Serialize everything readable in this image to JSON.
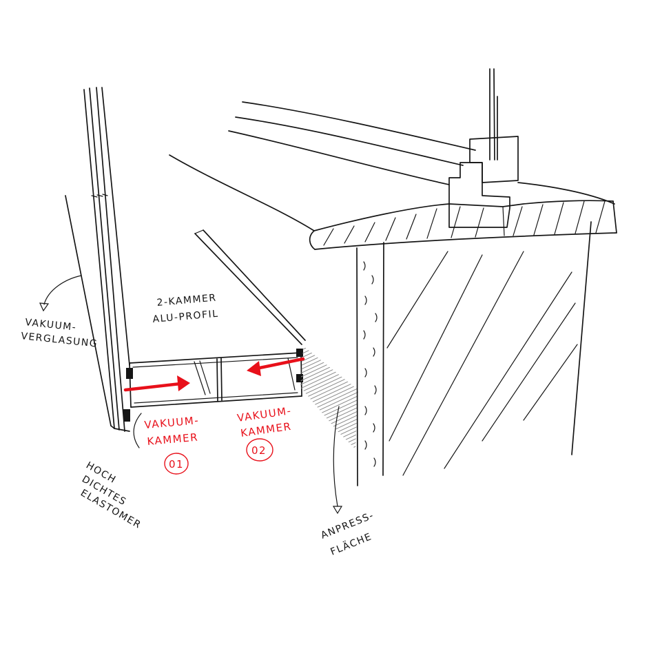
{
  "labels": {
    "profile": {
      "line1": "2-KAMMER",
      "line2": "ALU-PROFIL"
    },
    "glazing": {
      "line1": "VAKUUM-",
      "line2": "VERGLASUNG"
    },
    "chamber1": {
      "line1": "VAKUUM-",
      "line2": "KAMMER",
      "number": "01"
    },
    "chamber2": {
      "line1": "VAKUUM-",
      "line2": "KAMMER",
      "number": "02"
    },
    "elastomer": {
      "line1": "HOCH",
      "line2": "DICHTES",
      "line3": "ELASTOMER"
    },
    "pressure": {
      "line1": "ANPRESS-",
      "line2": "FLÄCHE"
    }
  },
  "colors": {
    "ink": "#151515",
    "accent": "#e8101a",
    "background": "#ffffff"
  }
}
